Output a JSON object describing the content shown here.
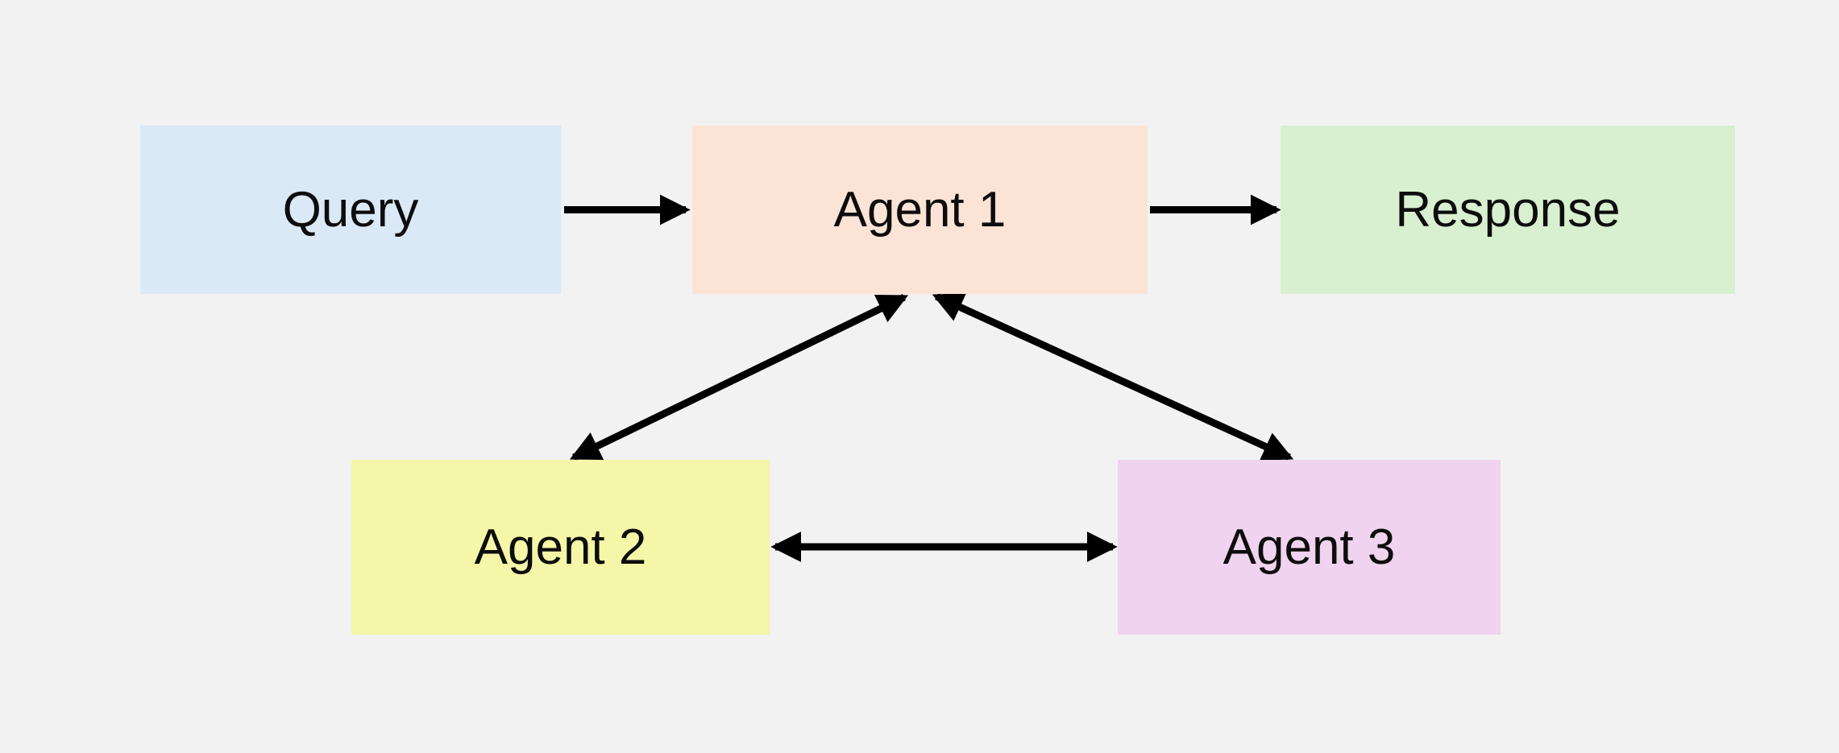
{
  "diagram": {
    "title": "Multi-agent query routing diagram",
    "background_color": "#f2f2f2",
    "arrow_color": "#000000",
    "text_color": "#0d0d0d",
    "nodes": [
      {
        "id": "query",
        "label": "Query",
        "fill": "#dbe9f7",
        "row": "top",
        "role": "input"
      },
      {
        "id": "agent1",
        "label": "Agent 1",
        "fill": "#fbe3d5",
        "row": "top",
        "role": "orchestrator"
      },
      {
        "id": "response",
        "label": "Response",
        "fill": "#d8f0cf",
        "row": "top",
        "role": "output"
      },
      {
        "id": "agent2",
        "label": "Agent 2",
        "fill": "#f5f6a7",
        "row": "bottom",
        "role": "worker"
      },
      {
        "id": "agent3",
        "label": "Agent 3",
        "fill": "#f0d3ee",
        "row": "bottom",
        "role": "worker"
      }
    ],
    "edges": [
      {
        "from": "Query",
        "to": "Agent 1",
        "direction": "one-way"
      },
      {
        "from": "Agent 1",
        "to": "Response",
        "direction": "one-way"
      },
      {
        "from": "Agent 1",
        "to": "Agent 2",
        "direction": "two-way"
      },
      {
        "from": "Agent 1",
        "to": "Agent 3",
        "direction": "two-way"
      },
      {
        "from": "Agent 2",
        "to": "Agent 3",
        "direction": "two-way"
      }
    ]
  }
}
